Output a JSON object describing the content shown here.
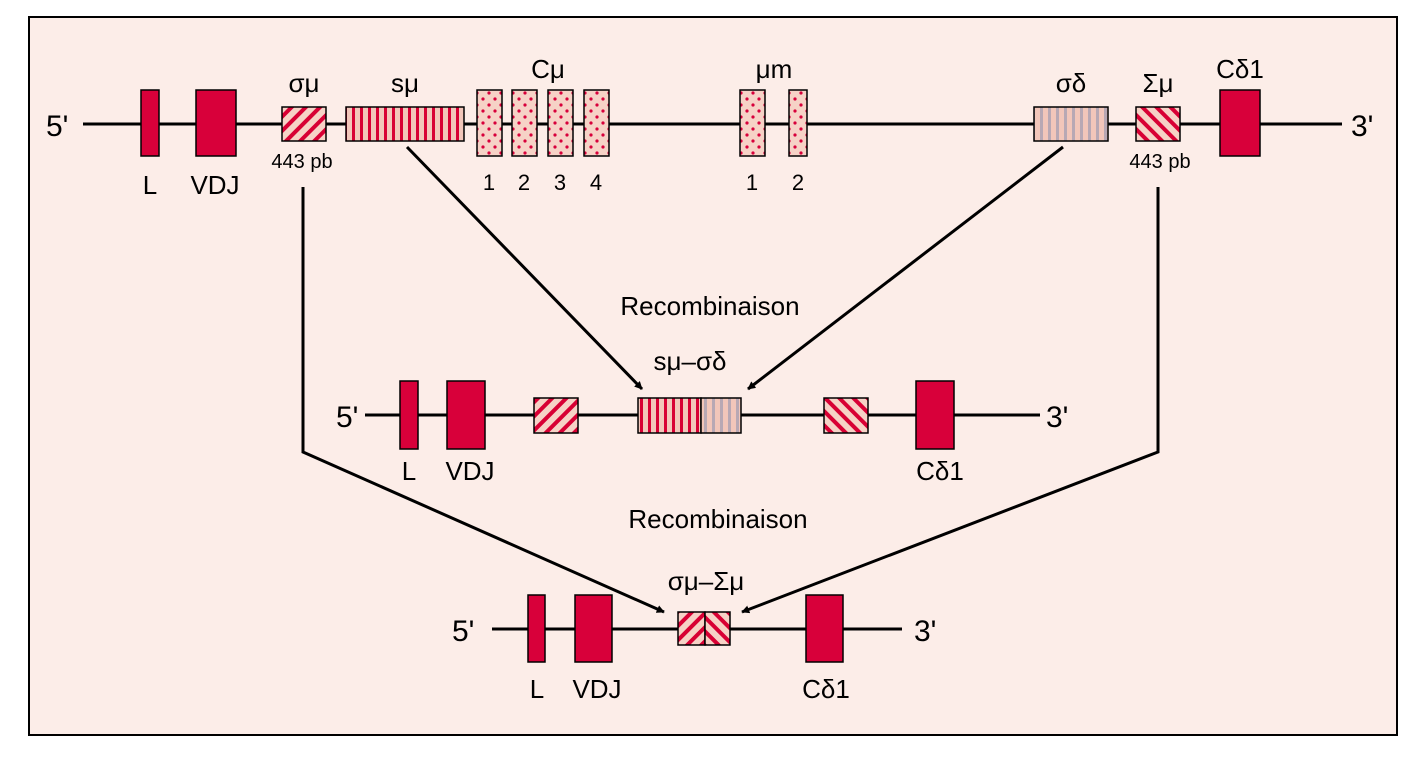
{
  "colors": {
    "background": "#fcede8",
    "exon_red": "#d8003a",
    "segment_light": "#f6d2c6",
    "pink_stripe": "#f2c6ba",
    "red_stripe": "#d80034",
    "blue_gray_stripe": "#b8a8b4",
    "line": "#000000"
  },
  "top_row": {
    "five_prime": "5'",
    "three_prime": "3'",
    "sigma_mu_label": "σμ",
    "sigma_mu_size": "443 pb",
    "s_mu_label": "sμ",
    "c_mu_label": "Cμ",
    "c_mu_exons": [
      "1",
      "2",
      "3",
      "4"
    ],
    "mu_m_label": "μm",
    "mu_m_exons": [
      "1",
      "2"
    ],
    "sigma_delta_label": "σδ",
    "Sigma_mu_label": "Σμ",
    "Sigma_mu_size": "443 pb",
    "c_delta1_label": "Cδ1",
    "L_label": "L",
    "VDJ_label": "VDJ"
  },
  "recombination_1": {
    "label": "Recombinaison",
    "junction_label": "sμ–σδ"
  },
  "middle_row": {
    "five_prime": "5'",
    "three_prime": "3'",
    "L_label": "L",
    "VDJ_label": "VDJ",
    "c_delta1_label": "Cδ1"
  },
  "recombination_2": {
    "label": "Recombinaison",
    "junction_label": "σμ–Σμ"
  },
  "bottom_row": {
    "five_prime": "5'",
    "three_prime": "3'",
    "L_label": "L",
    "VDJ_label": "VDJ",
    "c_delta1_label": "Cδ1"
  }
}
